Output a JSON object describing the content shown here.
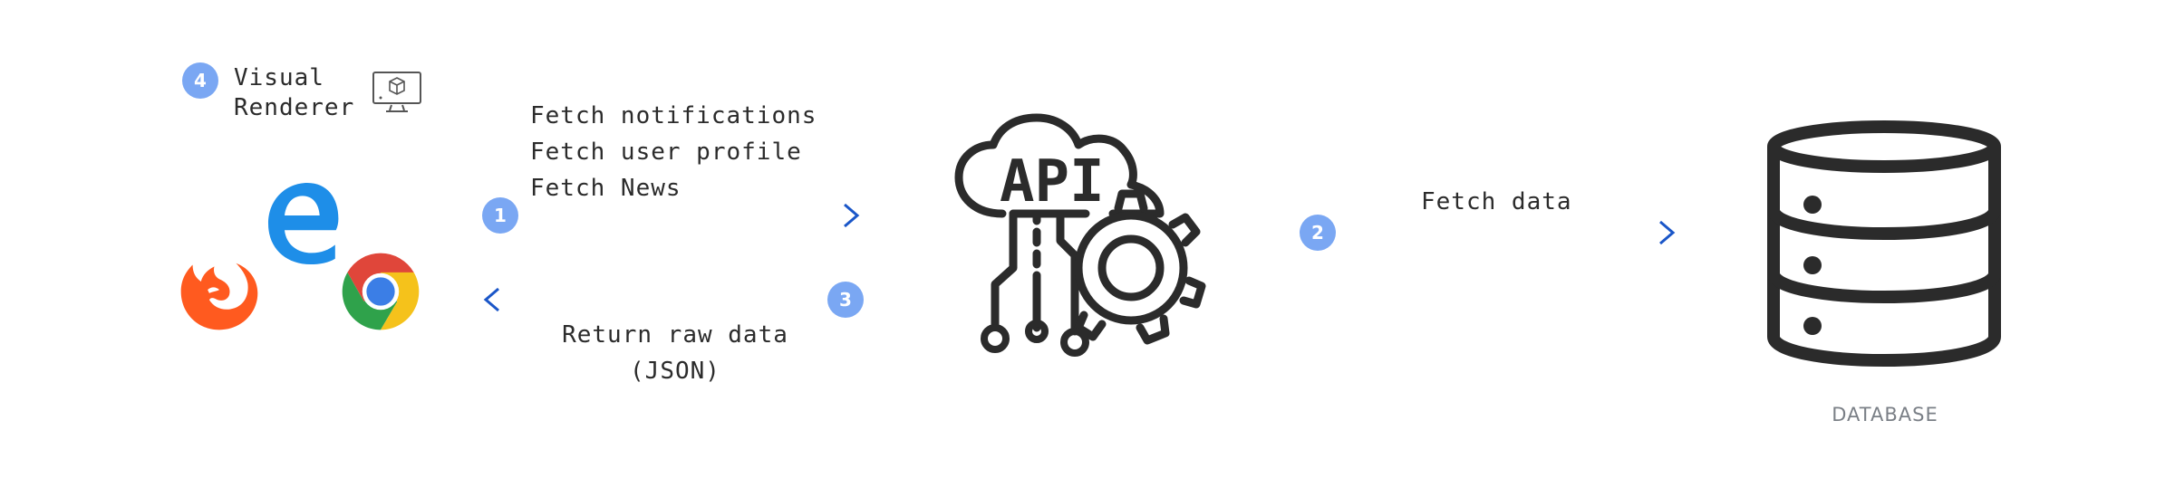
{
  "colors": {
    "badge": "#7aa7f3",
    "arrow_dark": "#1a56c8",
    "arrow_light": "#9cc0f7",
    "icon_dark": "#2b2b2b",
    "firefox": "#ff5a1f",
    "edge": "#1e8ee8",
    "chrome_red": "#e0463a",
    "chrome_green": "#2fa24b",
    "chrome_yellow": "#f5c21b",
    "chrome_blue": "#3b7ee6",
    "database_label": "#7a7f86"
  },
  "renderer": {
    "step": "4",
    "label_line1": "Visual",
    "label_line2": "Renderer",
    "icon": "monitor-cube-icon"
  },
  "browsers": [
    {
      "name": "edge",
      "icon": "edge-icon"
    },
    {
      "name": "firefox",
      "icon": "firefox-icon"
    },
    {
      "name": "chrome",
      "icon": "chrome-icon"
    }
  ],
  "request": {
    "step": "1",
    "lines": [
      "Fetch notifications",
      "Fetch user profile",
      "Fetch News"
    ]
  },
  "response": {
    "step": "3",
    "line1": "Return raw data",
    "line2": "(JSON)"
  },
  "api": {
    "icon": "api-cloud-gear-icon",
    "text": "API"
  },
  "db_fetch": {
    "step": "2",
    "label": "Fetch data"
  },
  "database": {
    "icon": "database-icon",
    "label": "DATABASE"
  }
}
